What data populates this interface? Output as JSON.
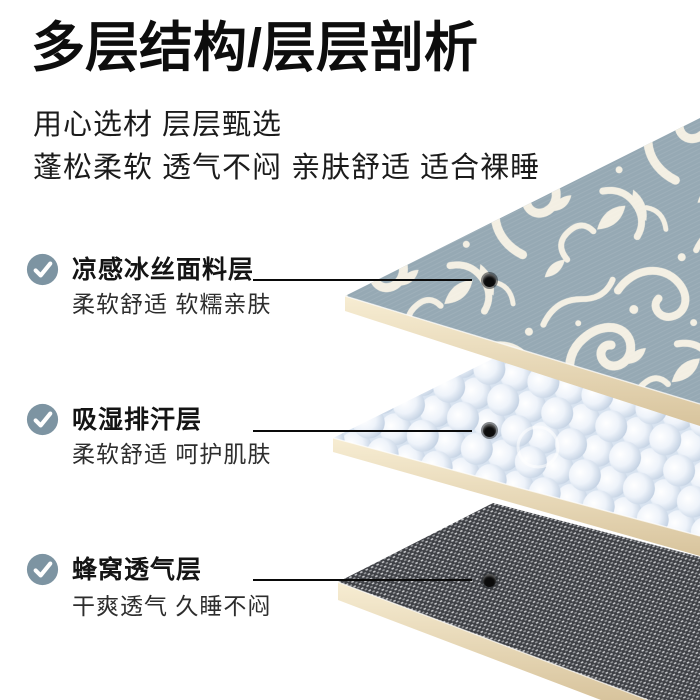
{
  "header": {
    "title": "多层结构/层层剖析",
    "subtitle1": "用心选材 层层甄选",
    "subtitle2": "蓬松柔软 透气不闷 亲肤舒适 适合裸睡"
  },
  "layers": [
    {
      "icon": "check-circle",
      "title": "凉感冰丝面料层",
      "desc": "柔软舒适 软糯亲肤",
      "graphic": "ice-silk-damask-fabric-slab"
    },
    {
      "icon": "check-circle",
      "title": "吸湿排汗层",
      "desc": "柔软舒适 呵护肌肤",
      "graphic": "moisture-wicking-knit-slab"
    },
    {
      "icon": "check-circle",
      "title": "蜂窝透气层",
      "desc": "干爽透气 久睡不闷",
      "graphic": "honeycomb-mesh-slab"
    }
  ],
  "colors": {
    "badge": "#7d94a2",
    "title_text": "#0d0d0d",
    "body_text": "#2d2d2d",
    "connector": "#0a0a0a",
    "fabric_base": "#96a9b4",
    "fabric_pattern": "#f3efe3",
    "knit_base": "#d8e3f0",
    "mesh_base": "#3e4045",
    "slab_edge_beige": "#e9d9b6"
  }
}
